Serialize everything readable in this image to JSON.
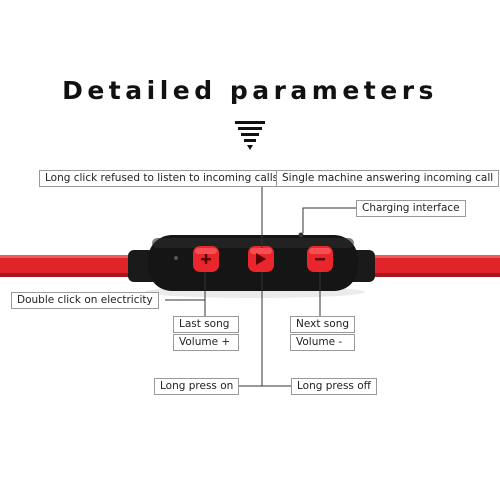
{
  "title": "Detailed parameters",
  "labels": {
    "long_click": "Long click refused to listen to incoming calls",
    "single_machine": "Single machine answering incoming call",
    "charging": "Charging interface",
    "double_click": "Double click on electricity",
    "last_song": "Last song",
    "volume_up": "Volume +",
    "next_song": "Next song",
    "volume_down": "Volume -",
    "long_press_on": "Long press on",
    "long_press_off": "Long press off"
  },
  "colors": {
    "cable_red": "#e0242a",
    "button_red": "#e8262b",
    "body_black": "#151515"
  },
  "icons": {
    "left_button": "plus-icon",
    "center_button": "play-icon",
    "right_button": "minus-icon"
  }
}
